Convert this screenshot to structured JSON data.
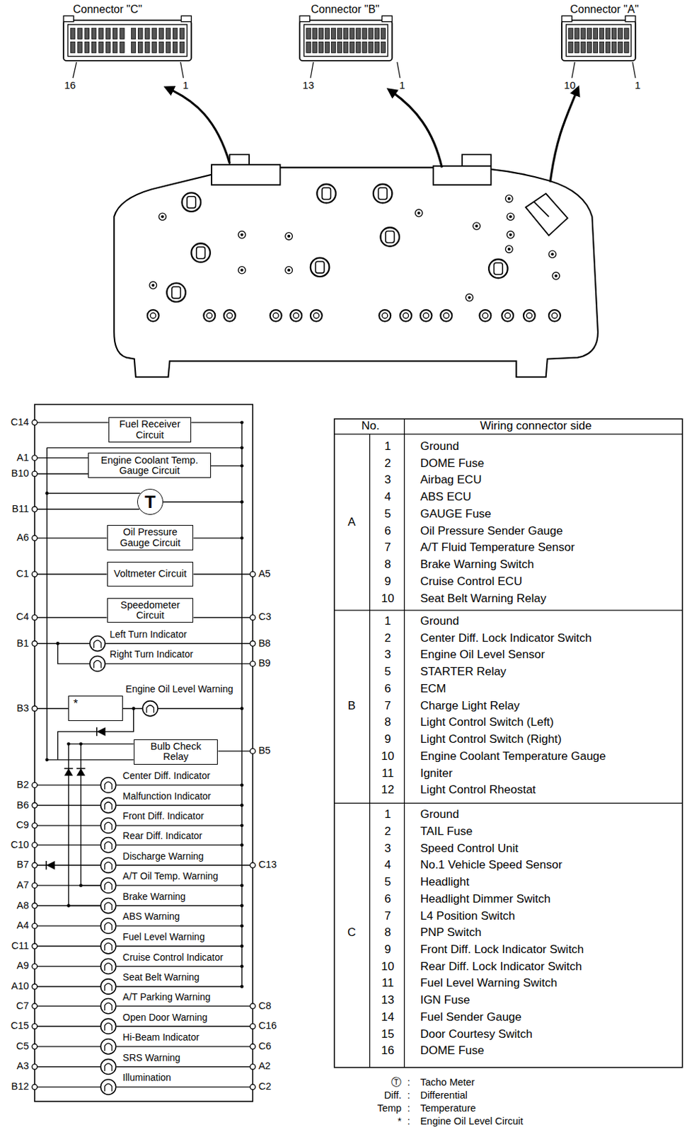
{
  "diagram": {
    "nodes": [
      {
        "text": [
          "Fuel Receiver Circuit"
        ]
      },
      {
        "text": [
          "Engine Coolant Temp. Gauge Circuit"
        ]
      },
      {
        "text": [
          "T"
        ]
      },
      {
        "text": [
          "Oil Pressure Gauge Circuit"
        ]
      },
      {
        "text": [
          "Voltmeter Circuit"
        ]
      },
      {
        "text": [
          "Speedometer Circuit"
        ]
      },
      {
        "text": [
          "*"
        ]
      },
      {
        "text": [
          "Bulb Check Relay"
        ]
      }
    ],
    "labels": [
      "Connector \"C\"",
      "16",
      "1",
      "Connector \"B\"",
      "13",
      "1",
      "Connector \"A\"",
      "10",
      "1",
      "C14",
      "A1",
      "B10",
      "B11",
      "A6",
      "C1",
      "C4",
      "B1",
      "B3",
      "B2",
      "B6",
      "C9",
      "C10",
      "B7",
      "A7",
      "A8",
      "A4",
      "C11",
      "A9",
      "A10",
      "C7",
      "C15",
      "C5",
      "A3",
      "B12",
      "A5",
      "C3",
      "B8",
      "B9",
      "B5",
      "C13",
      "C8",
      "C16",
      "C6",
      "A2",
      "C2",
      "Left Turn Indicator",
      "Right Turn Indicator",
      "Engine Oil Level Warning",
      "Center Diff. Indicator",
      "Malfunction Indicator",
      "Front Diff. Indicator",
      "Rear Diff. Indicator",
      "Discharge Warning",
      "A/T Oil Temp. Warning",
      "Brake Warning",
      "ABS Warning",
      "Fuel Level Warning",
      "Cruise Control Indicator",
      "Seat Belt Warning",
      "A/T Parking Warning",
      "Open Door Warning",
      "Hi-Beam Indicator",
      "SRS Warning",
      "Illumination",
      "No.",
      "Wiring connector side",
      "A",
      "1",
      "Ground",
      "2",
      "DOME Fuse",
      "3",
      "Airbag ECU",
      "4",
      "ABS ECU",
      "5",
      "GAUGE Fuse",
      "6",
      "Oil Pressure Sender Gauge",
      "7",
      "A/T Fluid Temperature Sensor",
      "8",
      "Brake Warning Switch",
      "9",
      "Cruise Control ECU",
      "10",
      "Seat Belt Warning Relay",
      "B",
      "1",
      "Ground",
      "2",
      "Center Diff. Lock Indicator Switch",
      "3",
      "Engine Oil Level Sensor",
      "5",
      "STARTER Relay",
      "6",
      "ECM",
      "7",
      "Charge Light Relay",
      "8",
      "Light Control Switch (Left)",
      "9",
      "Light Control Switch (Right)",
      "10",
      "Engine Coolant Temperature Gauge",
      "11",
      "Igniter",
      "12",
      "Light Control Rheostat",
      "C",
      "1",
      "Ground",
      "2",
      "TAIL Fuse",
      "3",
      "Speed Control Unit",
      "4",
      "No.1 Vehicle Speed Sensor",
      "5",
      "Headlight",
      "6",
      "Headlight Dimmer Switch",
      "7",
      "L4 Position Switch",
      "8",
      "PNP Switch",
      "9",
      "Front Diff. Lock Indicator Switch",
      "10",
      "Rear Diff. Lock Indicator Switch",
      "11",
      "Fuel Level Warning Switch",
      "13",
      "IGN Fuse",
      "14",
      "Fuel Sender Gauge",
      "15",
      "Door Courtesy Switch",
      "16",
      "DOME Fuse",
      "Ⓣ",
      ":",
      "Diff.",
      ":",
      "Temp",
      ":",
      "*",
      ":"
    ],
    "legend": [
      {
        "text": "Tacho Meter"
      },
      {
        "text": "Differential"
      },
      {
        "text": "Temperature"
      },
      {
        "text": "Engine Oil Level Circuit"
      }
    ]
  }
}
